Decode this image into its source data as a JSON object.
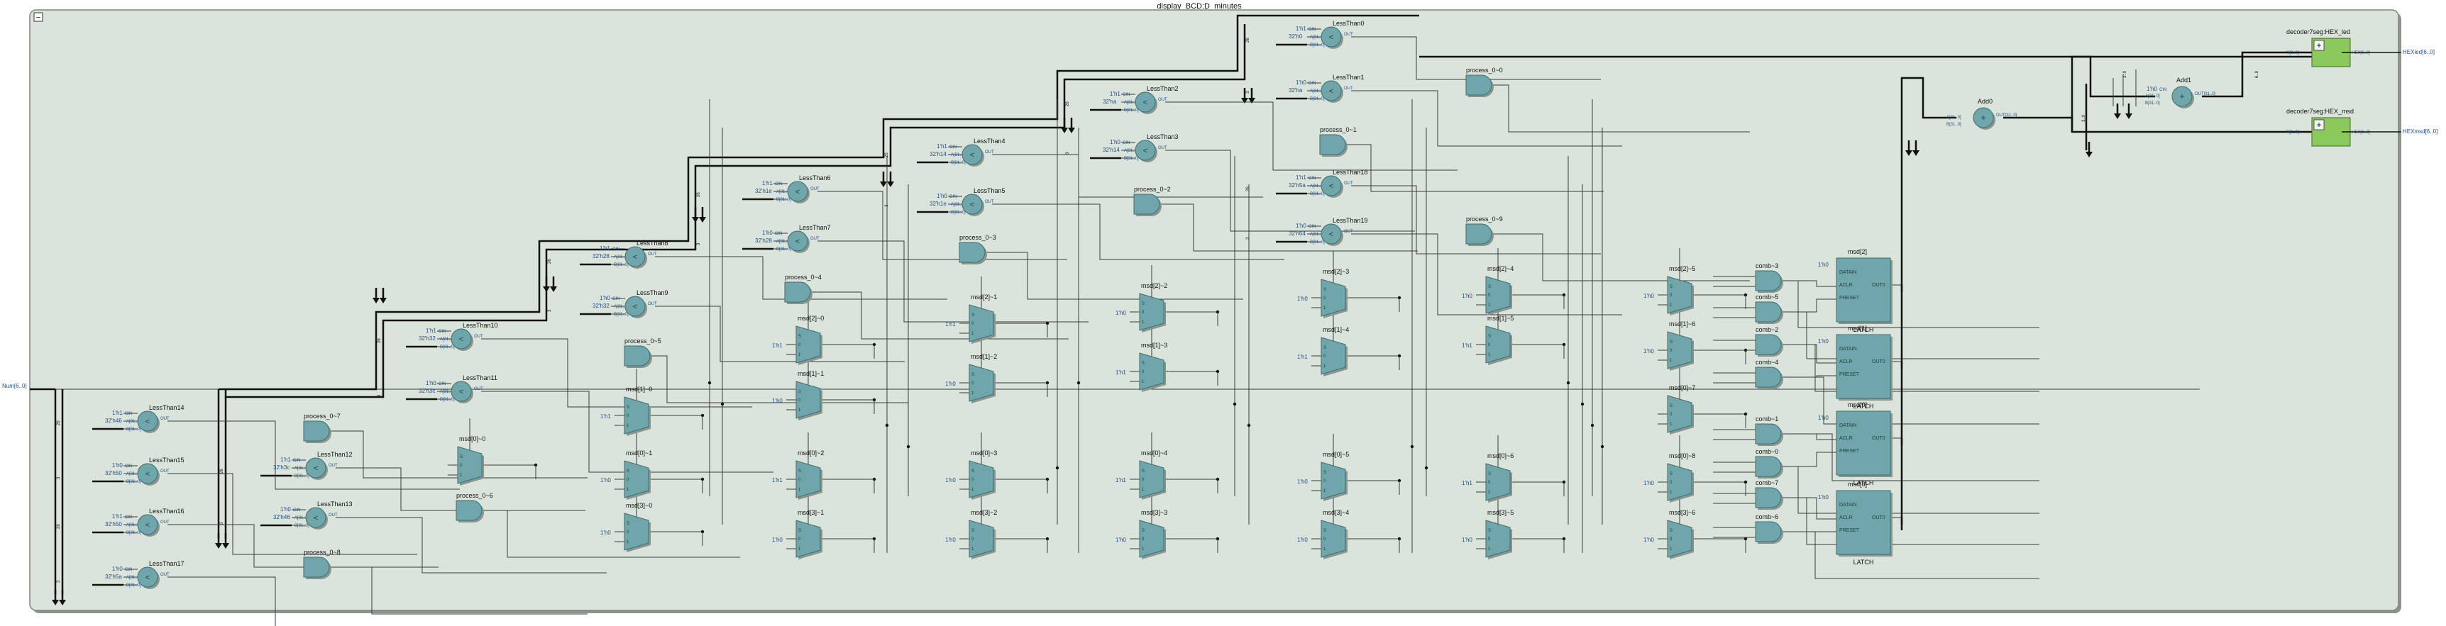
{
  "module_title": "display_BCD:D_minutes",
  "collapse_label": "−",
  "colors": {
    "panel_bg": "#dbe4db",
    "panel_border": "#7c847c",
    "block_fill": "#6fa6ab",
    "block_stroke": "#3d6e73",
    "shadow": "#8c948c",
    "wire": "#3a3a3a",
    "bus": "#111111",
    "port_text": "#1f4e8a",
    "green_block": "#8cc95c",
    "label": "#111111"
  },
  "ports": {
    "input": {
      "label": "Num[6..0]"
    },
    "out_led": {
      "label": "HEXled[6..0]"
    },
    "out_msd": {
      "label": "HEXmsd[6..0]"
    }
  },
  "comparators": [
    {
      "id": "LessThan0",
      "k1": "1'h1",
      "k2": "32'h0",
      "cin": "CIN",
      "a": "A[31..0]",
      "b": "B[31..0]",
      "out": "OUT"
    },
    {
      "id": "LessThan1",
      "k1": "1'h0",
      "k2": "32'ha",
      "cin": "CIN",
      "a": "A[31..0]",
      "b": "B[31..0]",
      "out": "OUT"
    },
    {
      "id": "LessThan2",
      "k1": "1'h1",
      "k2": "32'ha",
      "cin": "CIN",
      "a": "A[31..0]",
      "b": "B[31..0]",
      "out": "OUT"
    },
    {
      "id": "LessThan3",
      "k1": "1'h0",
      "k2": "32'h14",
      "cin": "CIN",
      "a": "A[31..0]",
      "b": "B[31..0]",
      "out": "OUT"
    },
    {
      "id": "LessThan4",
      "k1": "1'h1",
      "k2": "32'h14",
      "cin": "CIN",
      "a": "A[31..0]",
      "b": "B[31..0]",
      "out": "OUT"
    },
    {
      "id": "LessThan5",
      "k1": "1'h0",
      "k2": "32'h1e",
      "cin": "CIN",
      "a": "A[31..0]",
      "b": "B[31..0]",
      "out": "OUT"
    },
    {
      "id": "LessThan6",
      "k1": "1'h1",
      "k2": "32'h1e",
      "cin": "CIN",
      "a": "A[31..0]",
      "b": "B[31..0]",
      "out": "OUT"
    },
    {
      "id": "LessThan7",
      "k1": "1'h0",
      "k2": "32'h28",
      "cin": "CIN",
      "a": "A[31..0]",
      "b": "B[31..0]",
      "out": "OUT"
    },
    {
      "id": "LessThan8",
      "k1": "1'h1",
      "k2": "32'h28",
      "cin": "CIN",
      "a": "A[31..0]",
      "b": "B[31..0]",
      "out": "OUT"
    },
    {
      "id": "LessThan9",
      "k1": "1'h0",
      "k2": "32'h32",
      "cin": "CIN",
      "a": "A[31..0]",
      "b": "B[31..0]",
      "out": "OUT"
    },
    {
      "id": "LessThan10",
      "k1": "1'h1",
      "k2": "32'h32",
      "cin": "CIN",
      "a": "A[31..0]",
      "b": "B[31..0]",
      "out": "OUT"
    },
    {
      "id": "LessThan11",
      "k1": "1'h0",
      "k2": "32'h3c",
      "cin": "CIN",
      "a": "A[31..0]",
      "b": "B[31..0]",
      "out": "OUT"
    },
    {
      "id": "LessThan12",
      "k1": "1'h1",
      "k2": "32'h3c",
      "cin": "CIN",
      "a": "A[31..0]",
      "b": "B[31..0]",
      "out": "OUT"
    },
    {
      "id": "LessThan13",
      "k1": "1'h0",
      "k2": "32'h46",
      "cin": "CIN",
      "a": "A[31..0]",
      "b": "B[31..0]",
      "out": "OUT"
    },
    {
      "id": "LessThan14",
      "k1": "1'h1",
      "k2": "32'h46",
      "cin": "CIN",
      "a": "A[31..0]",
      "b": "B[31..0]",
      "out": "OUT"
    },
    {
      "id": "LessThan15",
      "k1": "1'h0",
      "k2": "32'h50",
      "cin": "CIN",
      "a": "A[31..0]",
      "b": "B[31..0]",
      "out": "OUT"
    },
    {
      "id": "LessThan16",
      "k1": "1'h1",
      "k2": "32'h50",
      "cin": "CIN",
      "a": "A[31..0]",
      "b": "B[31..0]",
      "out": "OUT"
    },
    {
      "id": "LessThan17",
      "k1": "1'h0",
      "k2": "32'h5a",
      "cin": "CIN",
      "a": "A[31..0]",
      "b": "B[31..0]",
      "out": "OUT"
    },
    {
      "id": "LessThan18",
      "k1": "1'h1",
      "k2": "32'h5a",
      "cin": "CIN",
      "a": "A[31..0]",
      "b": "B[31..0]",
      "out": "OUT"
    },
    {
      "id": "LessThan19",
      "k1": "1'h0",
      "k2": "32'h64",
      "cin": "CIN",
      "a": "A[31..0]",
      "b": "B[31..0]",
      "out": "OUT"
    }
  ],
  "adders": [
    {
      "id": "Add0",
      "a": "A[31..0]",
      "b": "B[31..0]",
      "out": "OUT[31..0]"
    },
    {
      "id": "Add1",
      "k1": "1'h0",
      "cin": "CIN",
      "a": "A[31..0]",
      "b": "B[31..0]",
      "out": "OUT[31..0]"
    }
  ],
  "gates": [
    "process_0~0",
    "process_0~1",
    "process_0~2",
    "process_0~3",
    "process_0~4",
    "process_0~5",
    "process_0~6",
    "process_0~7",
    "process_0~8",
    "process_0~9",
    "comb~3",
    "comb~5",
    "comb~2",
    "comb~4",
    "comb~1",
    "comb~0",
    "comb~7",
    "comb~6"
  ],
  "muxes": [
    {
      "id": "msd[2]~0",
      "k": "1'h1"
    },
    {
      "id": "msd[2]~1",
      "k": "1'h1"
    },
    {
      "id": "msd[2]~2",
      "k": "1'h0"
    },
    {
      "id": "msd[2]~3",
      "k": "1'h0"
    },
    {
      "id": "msd[2]~4",
      "k": "1'h0"
    },
    {
      "id": "msd[2]~5",
      "k": "1'h0"
    },
    {
      "id": "msd[1]~0",
      "k": "1'h1"
    },
    {
      "id": "msd[1]~1",
      "k": "1'h0"
    },
    {
      "id": "msd[1]~2",
      "k": "1'h0"
    },
    {
      "id": "msd[1]~3",
      "k": "1'h1"
    },
    {
      "id": "msd[1]~4",
      "k": "1'h1"
    },
    {
      "id": "msd[1]~5",
      "k": "1'h1"
    },
    {
      "id": "msd[1]~6",
      "k": "1'h0"
    },
    {
      "id": "msd[0]~0",
      "k": ""
    },
    {
      "id": "msd[0]~1",
      "k": "1'h0"
    },
    {
      "id": "msd[0]~2",
      "k": "1'h1"
    },
    {
      "id": "msd[0]~3",
      "k": "1'h0"
    },
    {
      "id": "msd[0]~4",
      "k": "1'h1"
    },
    {
      "id": "msd[0]~5",
      "k": "1'h0"
    },
    {
      "id": "msd[0]~6",
      "k": "1'h1"
    },
    {
      "id": "msd[0]~7",
      "k": ""
    },
    {
      "id": "msd[0]~8",
      "k": "1'h0"
    },
    {
      "id": "msd[3]~0",
      "k": "1'h0"
    },
    {
      "id": "msd[3]~1",
      "k": "1'h0"
    },
    {
      "id": "msd[3]~2",
      "k": "1'h0"
    },
    {
      "id": "msd[3]~3",
      "k": "1'h0"
    },
    {
      "id": "msd[3]~4",
      "k": "1'h0"
    },
    {
      "id": "msd[3]~5",
      "k": "1'h0"
    },
    {
      "id": "msd[3]~6",
      "k": "1'h0"
    }
  ],
  "mux_pins": {
    "sel": "S",
    "d0": "0",
    "d1": "1"
  },
  "latches": [
    {
      "id": "msd[2]",
      "k": "1'h0"
    },
    {
      "id": "msd[1]",
      "k": "1'h0"
    },
    {
      "id": "msd[0]",
      "k": "1'h0"
    },
    {
      "id": "msd[3]",
      "k": "1'h0"
    }
  ],
  "latch_pins": {
    "datain": "DATAIN",
    "aclr": "ACLR",
    "preset": "PRESET",
    "out": "OUT0",
    "type": "LATCH"
  },
  "decoders": [
    {
      "id": "decoder7seg:HEX_led",
      "in": "N[3..0]",
      "out": "HEX[6..0]"
    },
    {
      "id": "decoder7seg:HEX_msd",
      "in": "N[3..0]",
      "out": "HEX[6..0]"
    }
  ],
  "bus_labels": [
    "26",
    "3",
    "3..0",
    "6..0"
  ]
}
